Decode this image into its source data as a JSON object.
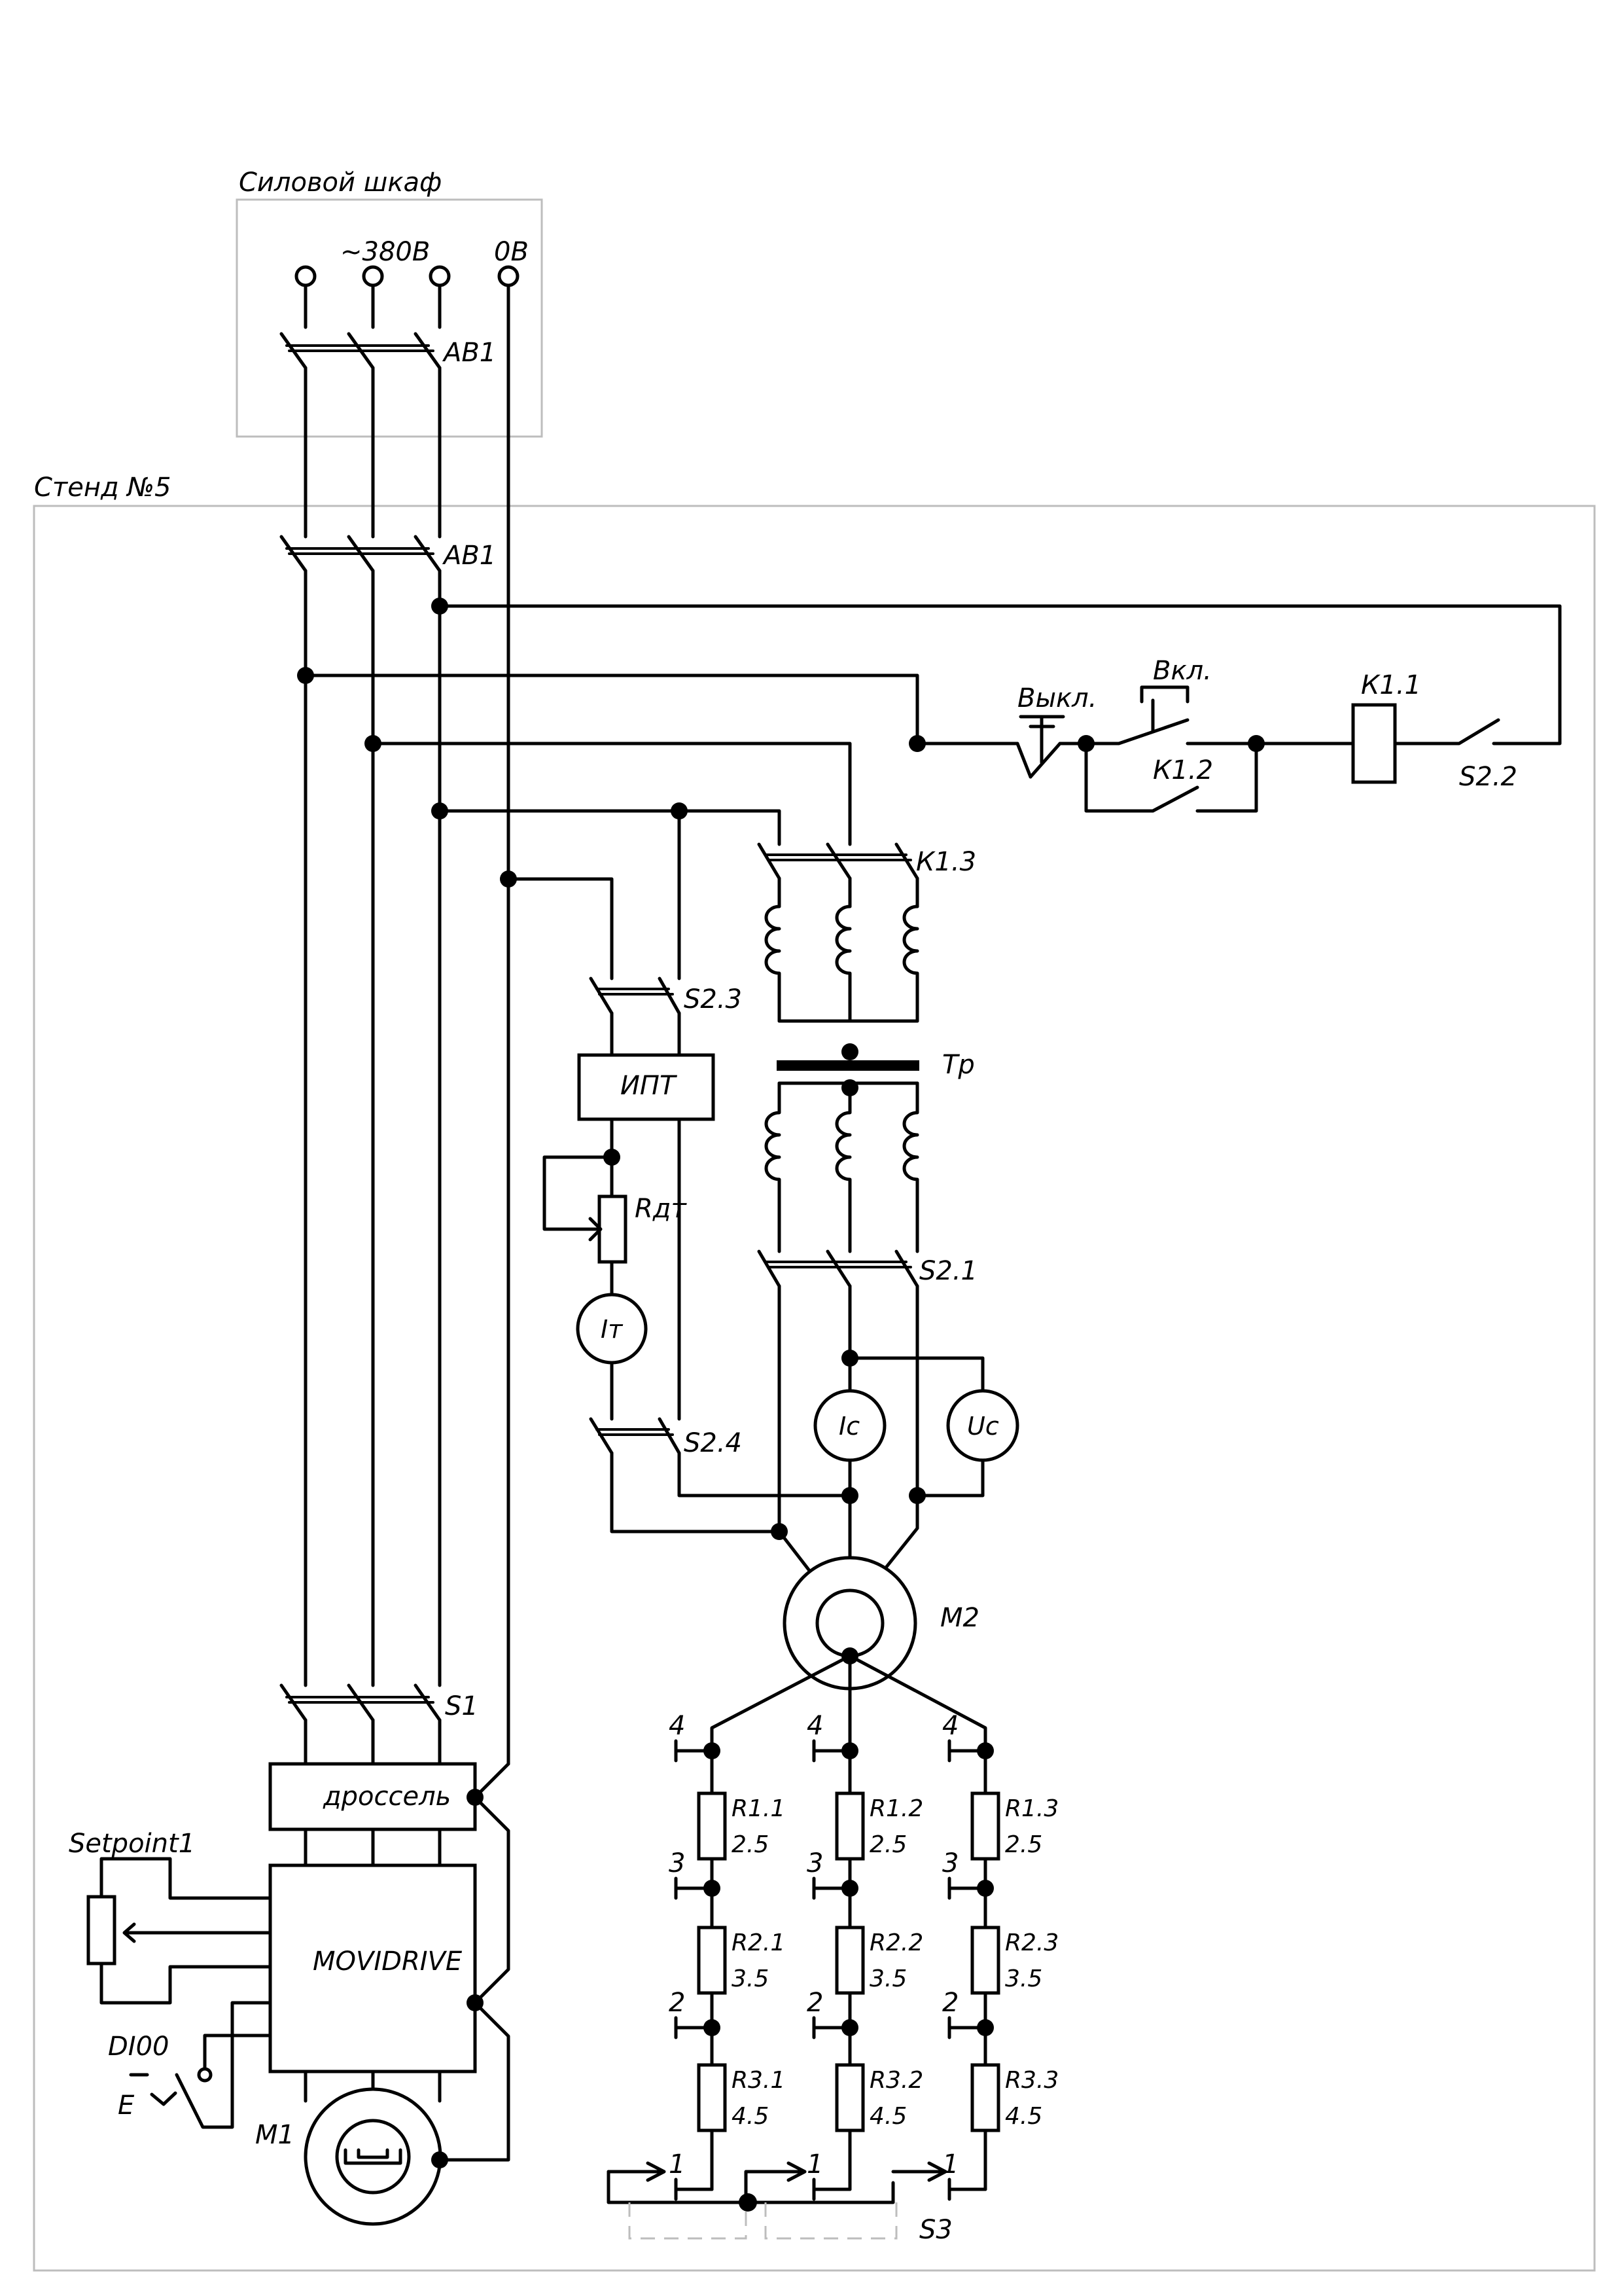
{
  "frames": {
    "power_cabinet": "Силовой шкаф",
    "stand": "Стенд №5"
  },
  "supply": {
    "voltage": "~380В",
    "neutral": "0В"
  },
  "breakers": {
    "ab1_top": "АВ1",
    "ab1_stand": "АВ1",
    "s1": "S1"
  },
  "control_circuit": {
    "off_button": "Выкл.",
    "on_button": "Вкл.",
    "coil": "К1.1",
    "hold_contact": "К1.2",
    "interlock": "S2.2"
  },
  "contactor_k13": "К1.3",
  "transformer": "Тр",
  "switch_s21": "S2.1",
  "switch_s23": "S2.3",
  "switch_s24": "S2.4",
  "ipt_block": "ИПТ",
  "rheostat": "Rдт",
  "meters": {
    "field_current": "Iт",
    "line_current": "Ic",
    "line_voltage": "Uc"
  },
  "motors": {
    "m1": "M1",
    "m2": "M2"
  },
  "drive": {
    "choke": "дроссель",
    "converter": "MOVIDRIVE",
    "setpoint": "Setpoint1",
    "digital_input": "DI00",
    "enable_symbol": "E"
  },
  "resistor_bank": {
    "columns": [
      {
        "tap_4": "4",
        "r1_name": "R1.1",
        "r1_value": "2.5",
        "tap_3": "3",
        "r2_name": "R2.1",
        "r2_value": "3.5",
        "tap_2": "2",
        "r3_name": "R3.1",
        "r3_value": "4.5",
        "tap_1": "1"
      },
      {
        "tap_4": "4",
        "r1_name": "R1.2",
        "r1_value": "2.5",
        "tap_3": "3",
        "r2_name": "R2.2",
        "r2_value": "3.5",
        "tap_2": "2",
        "r3_name": "R3.2",
        "r3_value": "4.5",
        "tap_1": "1"
      },
      {
        "tap_4": "4",
        "r1_name": "R1.3",
        "r1_value": "2.5",
        "tap_3": "3",
        "r2_name": "R2.3",
        "r2_value": "3.5",
        "tap_2": "2",
        "r3_name": "R3.3",
        "r3_value": "4.5",
        "tap_1": "1"
      }
    ],
    "selector": "S3"
  },
  "icons": {
    "terminal": "terminal-circle-icon",
    "junction": "junction-dot-icon",
    "motor": "motor-icon",
    "coil": "inductor-coil-icon",
    "potentiometer": "potentiometer-icon",
    "resistor": "resistor-icon"
  }
}
